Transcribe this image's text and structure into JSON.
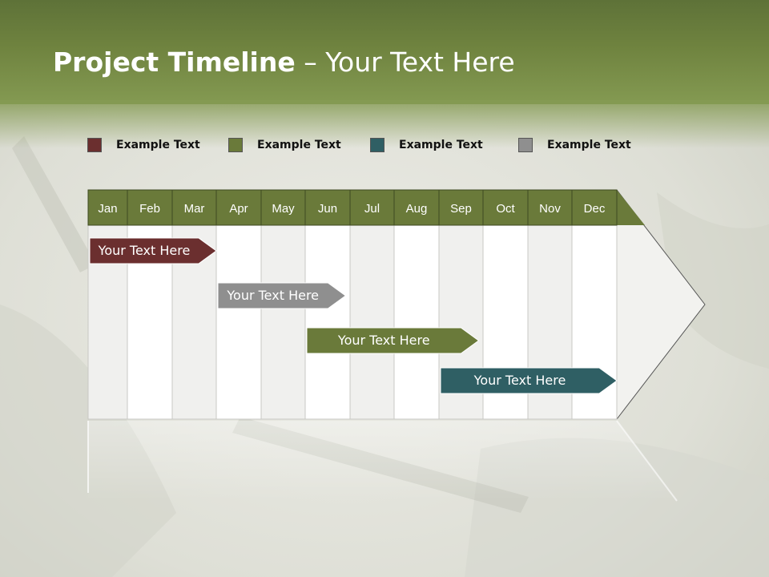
{
  "title": {
    "bold": "Project Timeline",
    "rest": " – Your Text Here"
  },
  "legend": [
    {
      "label": "Example Text",
      "color": "#6b2f2f"
    },
    {
      "label": "Example Text",
      "color": "#6a7a3a"
    },
    {
      "label": "Example Text",
      "color": "#2f5f64"
    },
    {
      "label": "Example Text",
      "color": "#8f8f8f"
    }
  ],
  "timeline": {
    "months": [
      "Jan",
      "Feb",
      "Mar",
      "Apr",
      "May",
      "Jun",
      "Jul",
      "Aug",
      "Sep",
      "Oct",
      "Nov",
      "Dec"
    ],
    "header_color": "#6a7a3a",
    "bars": [
      {
        "label": "Your  Text Here",
        "start_month": 1.0,
        "end_month": 4.0,
        "color": "#6b2f2f"
      },
      {
        "label": "Your  Text Here",
        "start_month": 4.0,
        "end_month": 6.9,
        "color": "#8f8f8f"
      },
      {
        "label": "Your  Text Here",
        "start_month": 6.0,
        "end_month": 9.9,
        "color": "#6a7a3a"
      },
      {
        "label": "Your  Text Here",
        "start_month": 9.0,
        "end_month": 13.0,
        "color": "#2f5f64"
      }
    ]
  }
}
